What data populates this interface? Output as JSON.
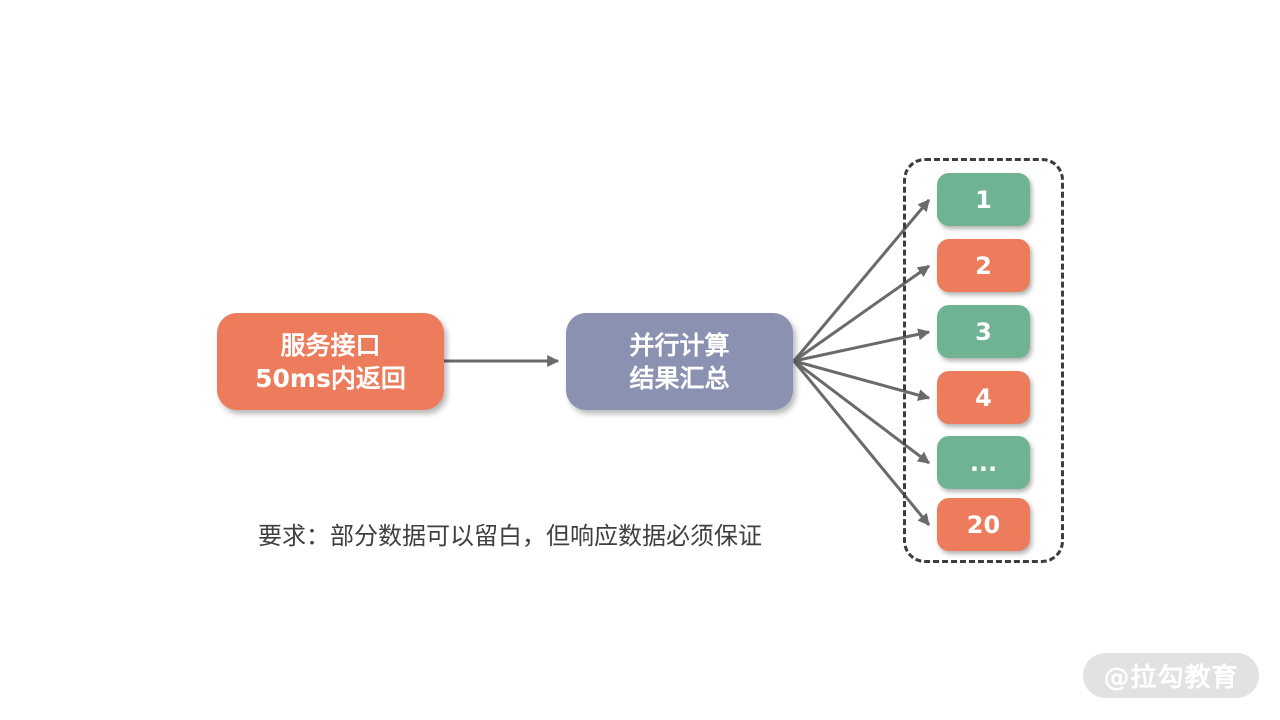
{
  "diagram": {
    "source_box": {
      "line1": "服务接口",
      "line2": "50ms内返回"
    },
    "middle_box": {
      "line1": "并行计算",
      "line2": "结果汇总"
    },
    "workers": [
      {
        "label": "1",
        "color": "green"
      },
      {
        "label": "2",
        "color": "orange"
      },
      {
        "label": "3",
        "color": "green"
      },
      {
        "label": "4",
        "color": "orange"
      },
      {
        "label": "...",
        "color": "green"
      },
      {
        "label": "20",
        "color": "orange"
      }
    ],
    "requirement_text": "要求：部分数据可以留白，但响应数据必须保证",
    "watermark": "@拉勾教育"
  },
  "colors": {
    "orange": "#ED7C5C",
    "green": "#6FB392",
    "purple": "#8B91B0",
    "arrow": "#6A6A6A",
    "dashed_border": "#3D3D3D",
    "text_dark": "#3F3F3F",
    "watermark_bg": "#E2E2E2"
  }
}
